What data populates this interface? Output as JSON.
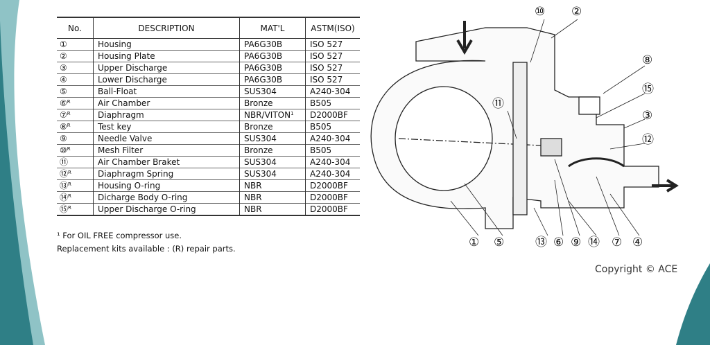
{
  "table": {
    "headers": [
      "No.",
      "DESCRIPTION",
      "MAT'L",
      "ASTM(ISO)"
    ],
    "rows": [
      {
        "no": "①",
        "repair": "",
        "desc": "Housing",
        "mat": "PA6G30B",
        "astm": "ISO 527"
      },
      {
        "no": "②",
        "repair": "",
        "desc": "Housing Plate",
        "mat": "PA6G30B",
        "astm": "ISO 527"
      },
      {
        "no": "③",
        "repair": "",
        "desc": "Upper Discharge",
        "mat": "PA6G30B",
        "astm": "ISO 527"
      },
      {
        "no": "④",
        "repair": "",
        "desc": "Lower Discharge",
        "mat": "PA6G30B",
        "astm": "ISO 527"
      },
      {
        "no": "⑤",
        "repair": "",
        "desc": "Ball-Float",
        "mat": "SUS304",
        "astm": "A240-304"
      },
      {
        "no": "⑥",
        "repair": "R",
        "desc": "Air Chamber",
        "mat": "Bronze",
        "astm": "B505"
      },
      {
        "no": "⑦",
        "repair": "R",
        "desc": "Diaphragm",
        "mat": "NBR/VITON",
        "mat_sup": "1",
        "astm": "D2000BF"
      },
      {
        "no": "⑧",
        "repair": "R",
        "desc": "Test key",
        "mat": "Bronze",
        "astm": "B505"
      },
      {
        "no": "⑨",
        "repair": "",
        "desc": "Needle Valve",
        "mat": "SUS304",
        "astm": "A240-304"
      },
      {
        "no": "⑩",
        "repair": "R",
        "desc": "Mesh Filter",
        "mat": "Bronze",
        "astm": "B505"
      },
      {
        "no": "⑪",
        "repair": "",
        "desc": "Air Chamber Braket",
        "mat": "SUS304",
        "astm": "A240-304"
      },
      {
        "no": "⑫",
        "repair": "R",
        "desc": "Diaphragm Spring",
        "mat": "SUS304",
        "astm": "A240-304"
      },
      {
        "no": "⑬",
        "repair": "R",
        "desc": "Housing O-ring",
        "mat": "NBR",
        "astm": "D2000BF"
      },
      {
        "no": "⑭",
        "repair": "R",
        "desc": "Dicharge Body O-ring",
        "mat": "NBR",
        "astm": "D2000BF"
      },
      {
        "no": "⑮",
        "repair": "R",
        "desc": "Upper Discharge O-ring",
        "mat": "NBR",
        "astm": "D2000BF"
      }
    ]
  },
  "notes": {
    "footnote": "¹ For OIL FREE compressor use.",
    "replacement": "Replacement kits available : (R) repair parts."
  },
  "callouts": [
    "⑩",
    "②",
    "⑧",
    "⑮",
    "③",
    "⑫",
    "⑪",
    "①",
    "⑤",
    "⑬",
    "⑥",
    "⑨",
    "⑭",
    "⑦",
    "④"
  ],
  "copyright": "Copyright © ACE",
  "colors": {
    "teal": "#2f7f86",
    "teal_light": "#8fc3c6"
  }
}
